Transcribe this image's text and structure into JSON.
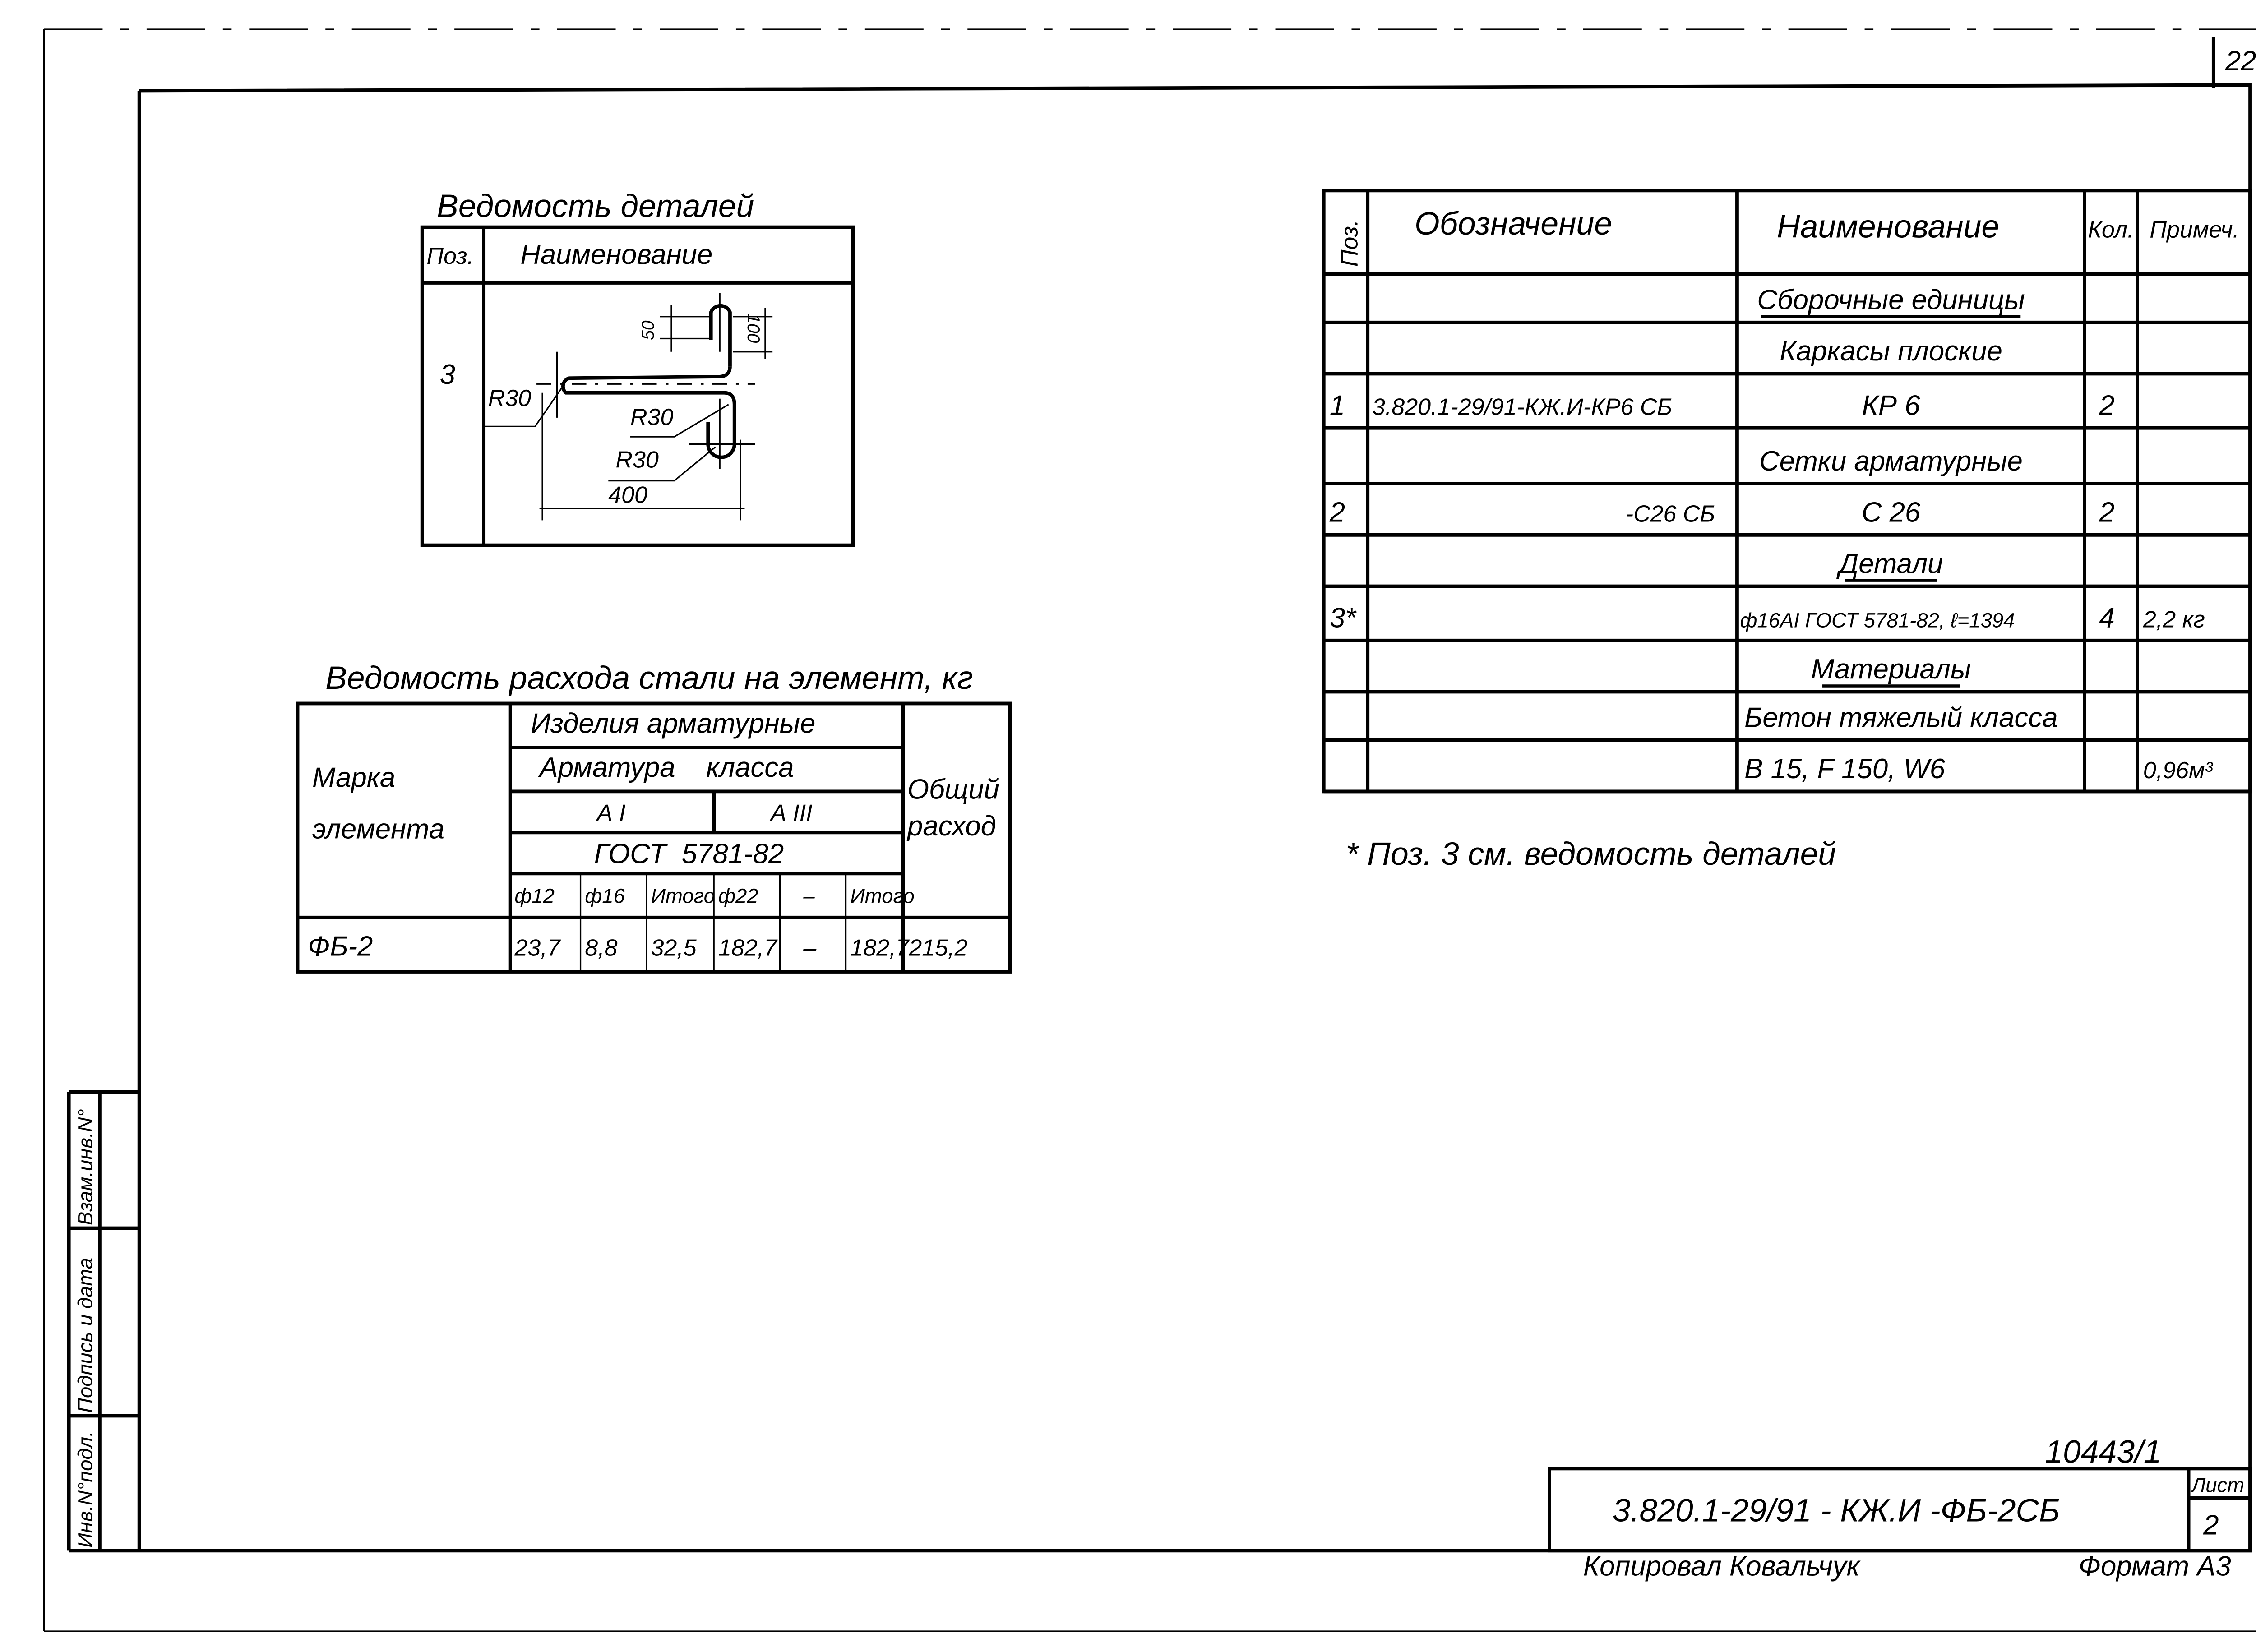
{
  "sheet_corner_number": "22",
  "details_table": {
    "title": "Ведомость деталей",
    "headers": {
      "pos": "Поз.",
      "name": "Наименование"
    },
    "row": {
      "pos": "3",
      "drawing_labels": {
        "r1": "R30",
        "r2": "R30",
        "r3": "R30",
        "length": "400",
        "dim_50": "50",
        "dim_100": "100"
      }
    }
  },
  "steel_table": {
    "title": "Ведомость расхода стали на элемент, кг",
    "headers": {
      "mark_line1": "Марка",
      "mark_line2": "элемента",
      "products": "Изделия арматурные",
      "rebar_class": "Арматура    класса",
      "class_a1": "А I",
      "class_a3": "А III",
      "gost": "ГОСТ  5781-82",
      "total_line1": "Общий",
      "total_line2": "расход",
      "sub": [
        "ф12",
        "ф16",
        "Итого",
        "ф22",
        "–",
        "Итого"
      ]
    },
    "row": {
      "mark": "ФБ-2",
      "values": [
        "23,7",
        "8,8",
        "32,5",
        "182,7",
        "–",
        "182,7"
      ],
      "total": "215,2"
    }
  },
  "spec_table": {
    "headers": {
      "pos": "Поз.",
      "designation": "Обозначение",
      "name": "Наименование",
      "qty": "Кол.",
      "note": "Примеч."
    },
    "rows": [
      {
        "pos": "",
        "designation": "",
        "name": "Сборочные единицы",
        "qty": "",
        "note": "",
        "section": true
      },
      {
        "pos": "",
        "designation": "",
        "name": "Каркасы плоские",
        "qty": "",
        "note": ""
      },
      {
        "pos": "1",
        "designation": "3.820.1-29/91-КЖ.И-КР6 СБ",
        "name": "КР 6",
        "qty": "2",
        "note": ""
      },
      {
        "pos": "",
        "designation": "",
        "name": "Сетки арматурные",
        "qty": "",
        "note": ""
      },
      {
        "pos": "2",
        "designation": "-С26 СБ",
        "name": "С 26",
        "qty": "2",
        "note": ""
      },
      {
        "pos": "",
        "designation": "",
        "name": "Детали",
        "qty": "",
        "note": "",
        "section": true
      },
      {
        "pos": "3*",
        "designation": "",
        "name": "ф16АI ГОСТ 5781-82, ℓ=1394",
        "qty": "4",
        "note": "2,2 кг"
      },
      {
        "pos": "",
        "designation": "",
        "name": "Материалы",
        "qty": "",
        "note": "",
        "section": true
      },
      {
        "pos": "",
        "designation": "",
        "name": "Бетон тяжелый класса",
        "qty": "",
        "note": ""
      },
      {
        "pos": "",
        "designation": "",
        "name": "В 15, F 150, W6",
        "qty": "",
        "note": "0,96м³"
      }
    ]
  },
  "footnote": "* Поз. 3 см. ведомость деталей",
  "side_stamp": {
    "inv_orig": "Инв.N°подл.",
    "sign_date": "Подпись и дата",
    "inv_repl": "Взам.инв.N°"
  },
  "title_block": {
    "inventory_number": "10443/1",
    "designation": "3.820.1-29/91 - КЖ.И -ФБ-2СБ",
    "sheet_label": "Лист",
    "sheet_number": "2",
    "copied_by": "Копировал Ковальчук",
    "format": "Формат А3"
  }
}
